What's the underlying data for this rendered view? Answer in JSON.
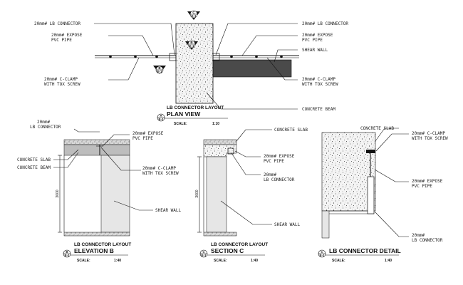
{
  "plan": {
    "labels": {
      "lb_connector_left": "20mm# LB CONNECTOR",
      "expose_pipe_left_1": "20mm# EXPOSE",
      "expose_pipe_left_2": "PVC PIPE",
      "cclamp_left_1": "20mm# C-CLAMP",
      "cclamp_left_2": "WITH TOX SCREW",
      "lb_connector_right": "20mm# LB CONNECTOR",
      "expose_pipe_right_1": "20mm# EXPOSE",
      "expose_pipe_right_2": "PVC PIPE",
      "shear_wall": "SHEAR WALL",
      "cclamp_right_1": "20mm# C-CLAMP",
      "cclamp_right_2": "WITH TOX SCREW",
      "concrete_beam": "CONCRETE BEAM"
    },
    "title_1": "LB CONNECTOR LAYOUT",
    "title_2": "PLAN VIEW",
    "scale_label": "SCALE:",
    "scale_value": "1:10",
    "bubble_top": "A",
    "bubble_bottom": "E-1",
    "marker_top": "C",
    "marker_top_sheet": "E-1",
    "marker_left": "B",
    "marker_left_sheet": "E-1",
    "marker_mid": "B",
    "marker_mid_sheet": "E-1"
  },
  "elevation_b": {
    "labels": {
      "lb_connector_1": "20mm#",
      "lb_connector_2": "LB CONNECTOR",
      "concrete_slab": "CONCRETE SLAB",
      "concrete_beam": "CONCRETE BEAM",
      "expose_pipe_1": "20mm# EXPOSE",
      "expose_pipe_2": "PVC PIPE",
      "cclamp_1": "20mm# C-CLAMP",
      "cclamp_2": "WITH TOX SCREW",
      "shear_wall": "SHEAR WALL"
    },
    "dimension": "3000",
    "title_1": "LB CONNECTOR LAYOUT",
    "title_2": "ELEVATION B",
    "scale_label": "SCALE:",
    "scale_value": "1:40",
    "bubble_top": "B",
    "bubble_bottom": "E-1"
  },
  "section_c": {
    "labels": {
      "concrete_slab": "CONCRETE SLAB",
      "expose_pipe_1": "20mm# EXPOSE",
      "expose_pipe_2": "PVC PIPE",
      "lb_connector_1": "20mm#",
      "lb_connector_2": "LB CONNECTOR",
      "shear_wall": "SHEAR WALL"
    },
    "dimension": "3000",
    "title_1": "LB CONNECTOR LAYOUT",
    "title_2": "SECTION C",
    "scale_label": "SCALE:",
    "scale_value": "1:40",
    "bubble_top": "C",
    "bubble_bottom": "E-1"
  },
  "detail": {
    "labels": {
      "concrete_slab": "CONCRETE SLAB",
      "cclamp_1": "20mm# C-CLAMP",
      "cclamp_2": "WITH TOX SCREW",
      "expose_pipe_1": "20mm# EXPOSE",
      "expose_pipe_2": "PVC PIPE",
      "lb_connector_1": "20mm#",
      "lb_connector_2": "LB CONNECTOR"
    },
    "title_2": "LB CONNECTOR DETAIL",
    "scale_label": "SCALE:",
    "scale_value": "1:40",
    "bubble_top": "C",
    "bubble_bottom": "E-1"
  },
  "colors": {
    "line": "#111111",
    "concrete_fill": "#f2f2f2",
    "wall_fill": "#e6e6e6",
    "dark_beam": "#2a2a2a"
  }
}
